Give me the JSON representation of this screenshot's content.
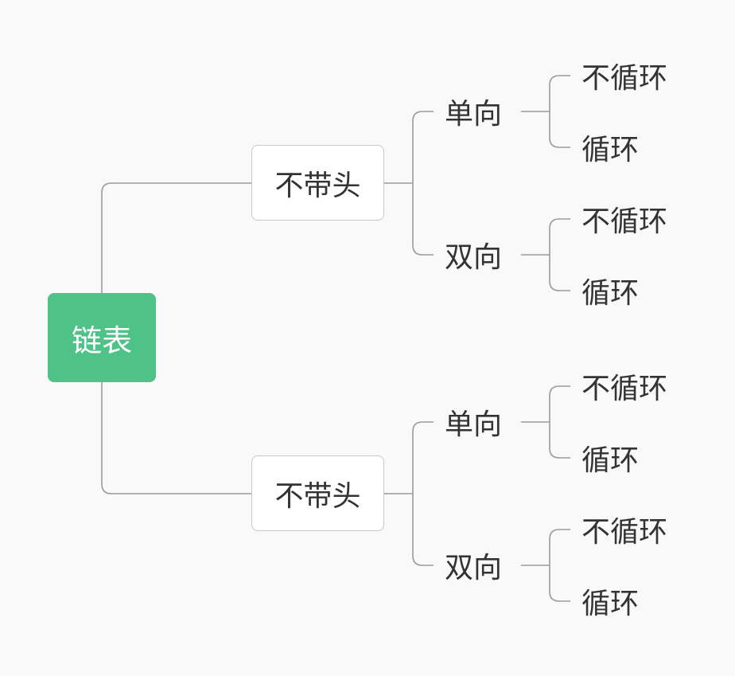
{
  "root": {
    "label": "链表"
  },
  "branches": [
    {
      "label": "不带头",
      "children": [
        {
          "label": "单向",
          "children": [
            {
              "label": "不循环"
            },
            {
              "label": "循环"
            }
          ]
        },
        {
          "label": "双向",
          "children": [
            {
              "label": "不循环"
            },
            {
              "label": "循环"
            }
          ]
        }
      ]
    },
    {
      "label": "不带头",
      "children": [
        {
          "label": "单向",
          "children": [
            {
              "label": "不循环"
            },
            {
              "label": "循环"
            }
          ]
        },
        {
          "label": "双向",
          "children": [
            {
              "label": "不循环"
            },
            {
              "label": "循环"
            }
          ]
        }
      ]
    }
  ],
  "colors": {
    "root_fill": "#4ec287",
    "connector": "#9a9a9a",
    "text": "#333333"
  }
}
